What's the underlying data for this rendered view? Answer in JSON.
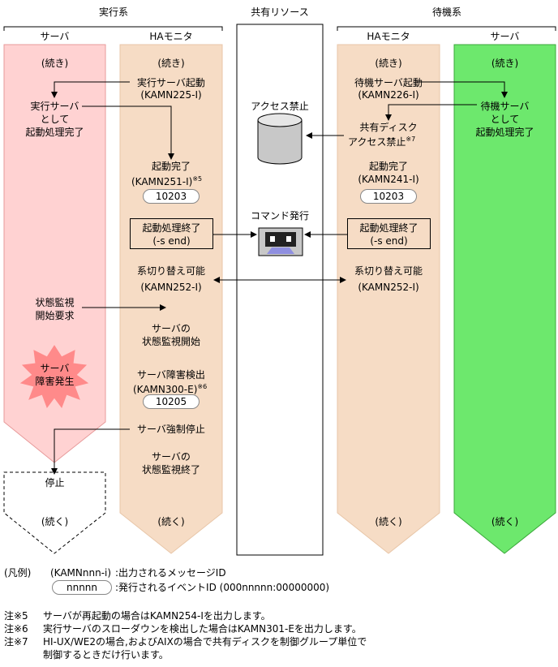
{
  "headers": {
    "active_system": "実行系",
    "shared_resource": "共有リソース",
    "standby_system": "待機系"
  },
  "columns": {
    "active_server": "サーバ",
    "active_ha": "HAモニタ",
    "standby_ha": "HAモニタ",
    "standby_server": "サーバ"
  },
  "continue_top": "(続き)",
  "continue_bottom": "(続く)",
  "active_server": {
    "complete_1": "実行サーバ",
    "complete_2": "として",
    "complete_3": "起動処理完了",
    "monitor_req_1": "状態監視",
    "monitor_req_2": "開始要求",
    "failure_1": "サーバ",
    "failure_2": "障害発生",
    "stopped": "停止"
  },
  "active_ha": {
    "start_1": "実行サーバ起動",
    "start_2": "(KAMN225-I)",
    "done_1": "起動完了",
    "done_2": "(KAMN251-I)",
    "done_note": "※5",
    "event_1": "10203",
    "end_1": "起動処理終了",
    "end_2": "(-s end)",
    "switch_1": "系切り替え可能",
    "switch_2": "(KAMN252-I)",
    "monitor_1": "サーバの",
    "monitor_2": "状態監視開始",
    "detect_1": "サーバ障害検出",
    "detect_2": "(KAMN300-E)",
    "detect_note": "※6",
    "event_2": "10205",
    "force_stop": "サーバ強制停止",
    "monitor_end_1": "サーバの",
    "monitor_end_2": "状態監視終了"
  },
  "shared": {
    "access_denied": "アクセス禁止",
    "command_issue": "コマンド発行"
  },
  "standby_ha": {
    "start_1": "待機サーバ起動",
    "start_2": "(KAMN226-I)",
    "disk_1": "共有ディスク",
    "disk_2": "アクセス禁止",
    "disk_note": "※7",
    "done_1": "起動完了",
    "done_2": "(KAMN241-I)",
    "event_1": "10203",
    "end_1": "起動処理終了",
    "end_2": "(-s end)",
    "switch_1": "系切り替え可能",
    "switch_2": "(KAMN252-I)"
  },
  "standby_server": {
    "complete_1": "待機サーバ",
    "complete_2": "として",
    "complete_3": "起動処理完了"
  },
  "legend": {
    "label": "(凡例)",
    "msg_key": "(KAMNnnn-i)",
    "msg_desc": ":出力されるメッセージID",
    "event_key": "nnnnn",
    "event_desc": ":発行されるイベントID (000nnnnn:00000000)"
  },
  "notes": [
    {
      "mark": "注※5",
      "text": "サーバが再起動の場合はKAMN254-Iを出力します。"
    },
    {
      "mark": "注※6",
      "text": "実行サーバのスローダウンを検出した場合はKAMN301-Eを出力します。"
    },
    {
      "mark": "注※7",
      "text": "HI-UX/WE2の場合,およびAIXの場合で共有ディスクを制御グループ単位で"
    },
    {
      "mark": "",
      "text": "制御するときだけ行います。"
    }
  ],
  "colors": {
    "active_server": "#ffd2d2",
    "ha_monitor": "#f6dcc5",
    "standby_server": "#6de86d",
    "failure_burst": "#ff8a8a"
  }
}
